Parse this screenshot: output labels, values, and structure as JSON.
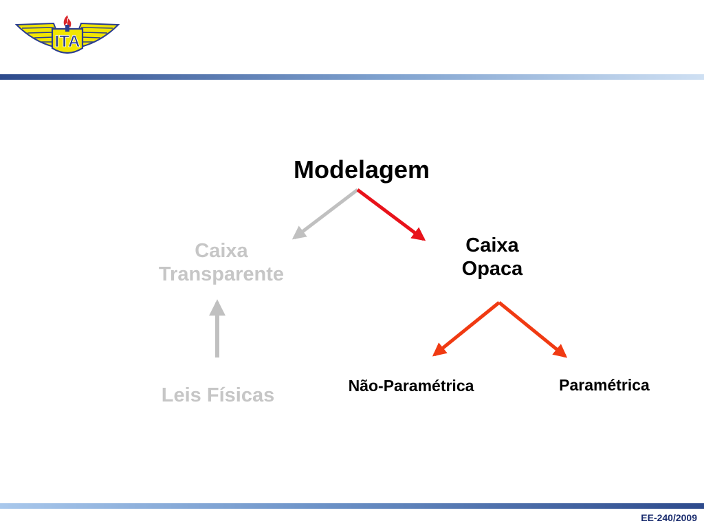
{
  "logo": {
    "text": "ITA",
    "wing_color": "#f2e600",
    "outline_color": "#2b3d8f",
    "flame_color": "#d9262b"
  },
  "header": {
    "rule_colors": [
      "#2d4a8c",
      "#cfe0f3"
    ]
  },
  "diagram": {
    "root": "Modelagem",
    "transparent_box": {
      "line1": "Caixa",
      "line2": "Transparente",
      "color": "#c6c6c6"
    },
    "opaque_box": {
      "line1": "Caixa",
      "line2": "Opaca",
      "color": "#000000"
    },
    "physical_laws": "Leis Físicas",
    "non_parametric": "Não-Paramétrica",
    "parametric": "Paramétrica",
    "arrow_colors": {
      "inactive": "#c0c0c0",
      "selected": "#e8121a",
      "branch": "#f03a12"
    }
  },
  "footer": {
    "course_code": "EE-240/2009",
    "rule_colors": [
      "#a9c8ec",
      "#2d4a8c"
    ]
  }
}
